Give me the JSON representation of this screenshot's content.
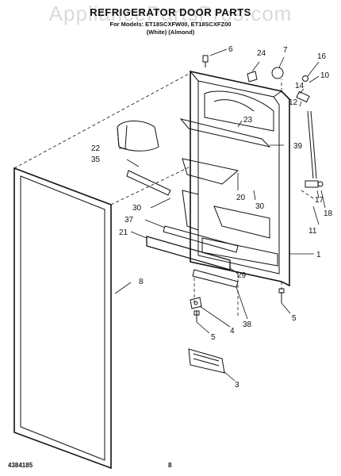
{
  "watermark": "AppliancePartsPros.com",
  "title": "REFRIGERATOR DOOR PARTS",
  "subtitle_line1": "For Models: ET18SCXFW00, ET18SCXFZ00",
  "subtitle_line2": "(White)        (Almond)",
  "footer_left": "4384185",
  "footer_center": "8",
  "callouts": [
    {
      "id": "c6",
      "label": "6"
    },
    {
      "id": "c24",
      "label": "24"
    },
    {
      "id": "c7",
      "label": "7"
    },
    {
      "id": "c16",
      "label": "16"
    },
    {
      "id": "c10",
      "label": "10"
    },
    {
      "id": "c14",
      "label": "14"
    },
    {
      "id": "c12",
      "label": "12"
    },
    {
      "id": "c23",
      "label": "23"
    },
    {
      "id": "c22",
      "label": "22"
    },
    {
      "id": "c39",
      "label": "39"
    },
    {
      "id": "c35",
      "label": "35"
    },
    {
      "id": "c20",
      "label": "20"
    },
    {
      "id": "c30a",
      "label": "30"
    },
    {
      "id": "c30b",
      "label": "30"
    },
    {
      "id": "c17",
      "label": "17"
    },
    {
      "id": "c18",
      "label": "18"
    },
    {
      "id": "c11",
      "label": "11"
    },
    {
      "id": "c37",
      "label": "37"
    },
    {
      "id": "c21",
      "label": "21"
    },
    {
      "id": "c1",
      "label": "1"
    },
    {
      "id": "c29",
      "label": "29"
    },
    {
      "id": "c8",
      "label": "8"
    },
    {
      "id": "c38",
      "label": "38"
    },
    {
      "id": "c4",
      "label": "4"
    },
    {
      "id": "c5a",
      "label": "5"
    },
    {
      "id": "c5b",
      "label": "5"
    },
    {
      "id": "c3",
      "label": "3"
    }
  ]
}
